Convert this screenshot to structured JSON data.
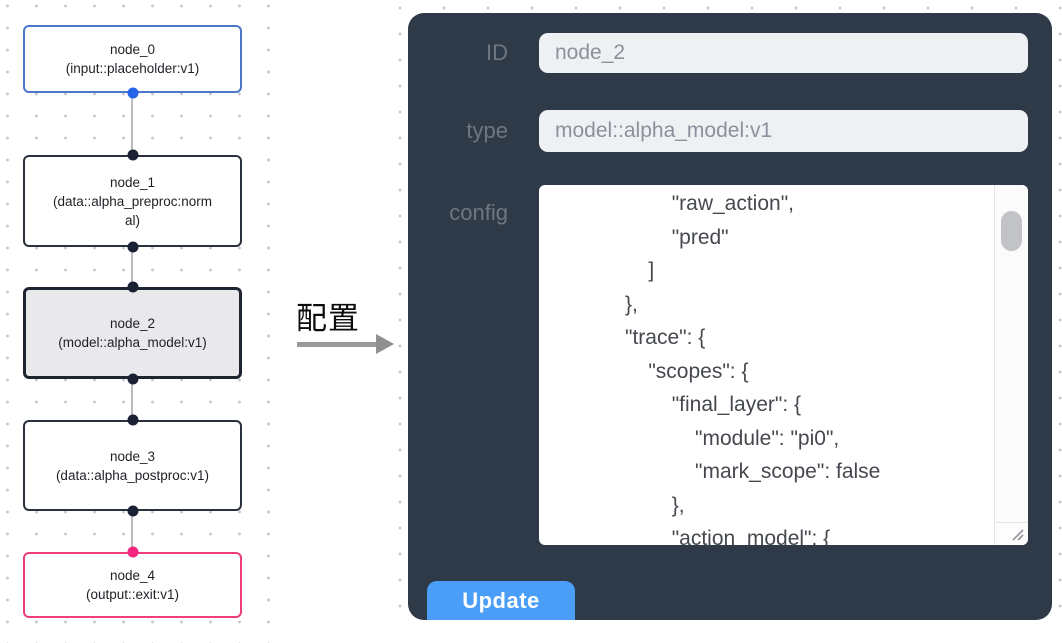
{
  "canvas": {
    "nodes": [
      {
        "title": "node_0",
        "subtitle": "(input::placeholder:v1)"
      },
      {
        "title": "node_1",
        "subtitle": "(data::alpha_preproc:normal)"
      },
      {
        "title": "node_2",
        "subtitle": "(model::alpha_model:v1)"
      },
      {
        "title": "node_3",
        "subtitle": "(data::alpha_postproc:v1)"
      },
      {
        "title": "node_4",
        "subtitle": "(output::exit:v1)"
      }
    ]
  },
  "annotation": {
    "label": "配置"
  },
  "panel": {
    "id": {
      "label": "ID",
      "value": "node_2"
    },
    "type": {
      "label": "type",
      "value": "model::alpha_model:v1"
    },
    "config": {
      "label": "config",
      "value": "                    \"raw_action\",\n                    \"pred\"\n                ]\n            },\n            \"trace\": {\n                \"scopes\": {\n                    \"final_layer\": {\n                        \"module\": \"pi0\",\n                        \"mark_scope\": false\n                    },\n                    \"action_model\": {"
    },
    "update_label": "Update"
  },
  "colors": {
    "panel_bg": "#2e3a48",
    "accent_blue": "#4b9ef7",
    "input_bg": "#eef0f4",
    "node_default_border": "#2b313c",
    "node_input_border": "#4b79c8",
    "node_output_border": "#ee3d7d",
    "selected_node_bg": "#e9e9eb",
    "port_blue": "#2563eb",
    "port_dark": "#1a2233",
    "port_pink": "#f4267e",
    "edge_gray": "#b9bbbf"
  }
}
